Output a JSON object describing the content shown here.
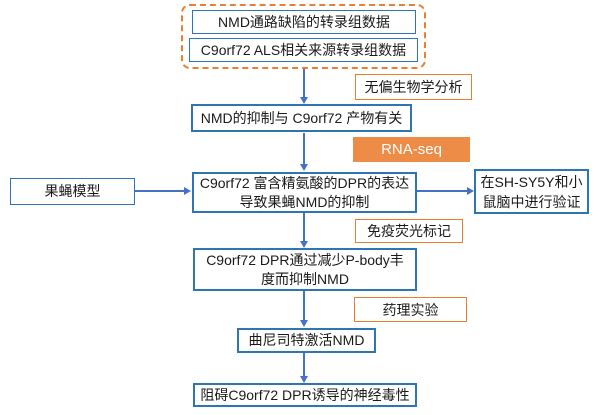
{
  "colors": {
    "border_blue": "#2E75B6",
    "arrow_blue": "#4472C4",
    "orange": "#ED7D31",
    "orange_fill": "#ED8C46",
    "text": "#1A1A1A"
  },
  "nodes": {
    "input1": "NMD通路缺陷的转录组数据",
    "input2": "C9orf72 ALS相关来源转录组数据",
    "finding1": "NMD的抑制与 C9orf72 产物有关",
    "model": "果蝇模型",
    "finding2": "C9orf72 富含精氨酸的DPR的表达\n导致果蝇NMD的抑制",
    "validation": "在SH-SY5Y和小\n鼠脑中进行验证",
    "finding3": "C9orf72 DPR通过减少P-body丰\n度而抑制NMD",
    "finding4": "曲尼司特激活NMD",
    "outcome": "阻碍C9orf72 DPR诱导的神经毒性"
  },
  "method_labels": {
    "analysis": "无偏生物学分析",
    "rnaseq": "RNA-seq",
    "immunofluorescence": "免疫荧光标记",
    "pharmacology": "药理实验"
  }
}
